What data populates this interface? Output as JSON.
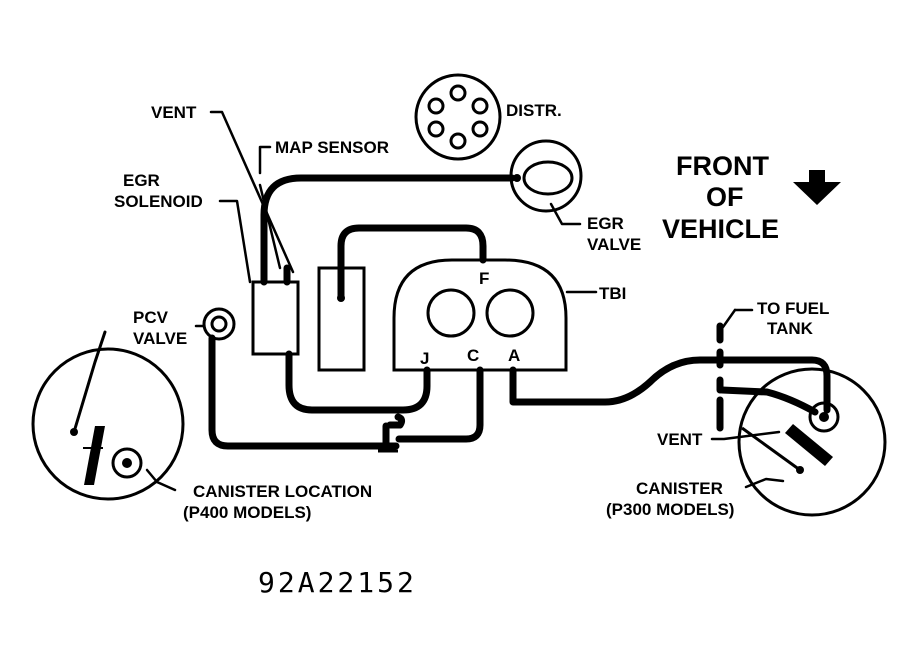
{
  "labels": {
    "vent_top": "VENT",
    "map_sensor": "MAP SENSOR",
    "distr": "DISTR.",
    "egr_solenoid_1": "EGR",
    "egr_solenoid_2": "SOLENOID",
    "egr_valve_1": "EGR",
    "egr_valve_2": "VALVE",
    "front_1": "FRONT",
    "front_2": "OF",
    "front_3": "VEHICLE",
    "tbi": "TBI",
    "port_f": "F",
    "port_j": "J",
    "port_c": "C",
    "port_a": "A",
    "pcv_1": "PCV",
    "pcv_2": "VALVE",
    "to_fuel_1": "TO FUEL",
    "to_fuel_2": "TANK",
    "vent_right": "VENT",
    "canister_p400_1": "CANISTER LOCATION",
    "canister_p400_2": "(P400 MODELS)",
    "canister_p300_1": "CANISTER",
    "canister_p300_2": "(P300 MODELS)",
    "figure_number": "92A22152"
  }
}
